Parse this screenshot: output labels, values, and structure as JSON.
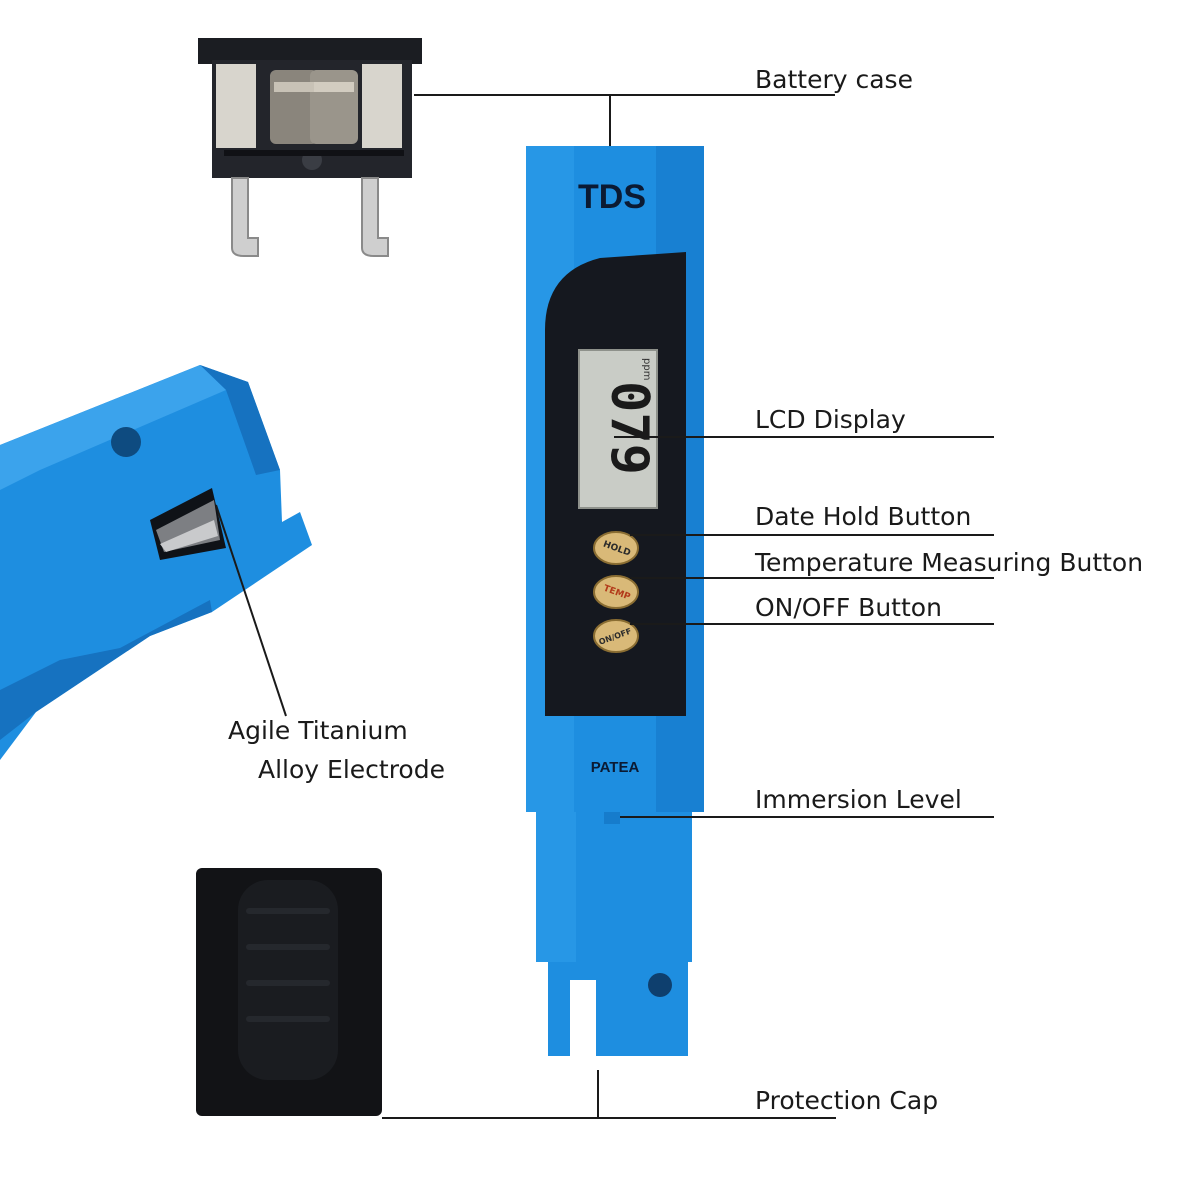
{
  "meter": {
    "brand_label": "TDS",
    "maker_label": "PATEA",
    "lcd_reading": "079",
    "lcd_unit": "ppm",
    "buttons": [
      {
        "label": "HOLD"
      },
      {
        "label": "TEMP"
      },
      {
        "label": "ON/OFF"
      }
    ]
  },
  "callouts": {
    "battery_case": "Battery case",
    "lcd_display": "LCD Display",
    "hold_button": "Date Hold Button",
    "temp_button": "Temperature Measuring Button",
    "power_button": "ON/OFF Button",
    "immersion_level": "Immersion Level",
    "protection_cap": "Protection Cap",
    "electrode_line1": "Agile Titanium",
    "electrode_line2": "Alloy Electrode"
  },
  "colors": {
    "meter_blue": "#1e8ee0",
    "meter_blue_dark": "#1270bd",
    "panel_black": "#15181f",
    "lcd_bg": "#c9ccc6",
    "button_gold": "#d9b978",
    "cap_black": "#121316"
  }
}
